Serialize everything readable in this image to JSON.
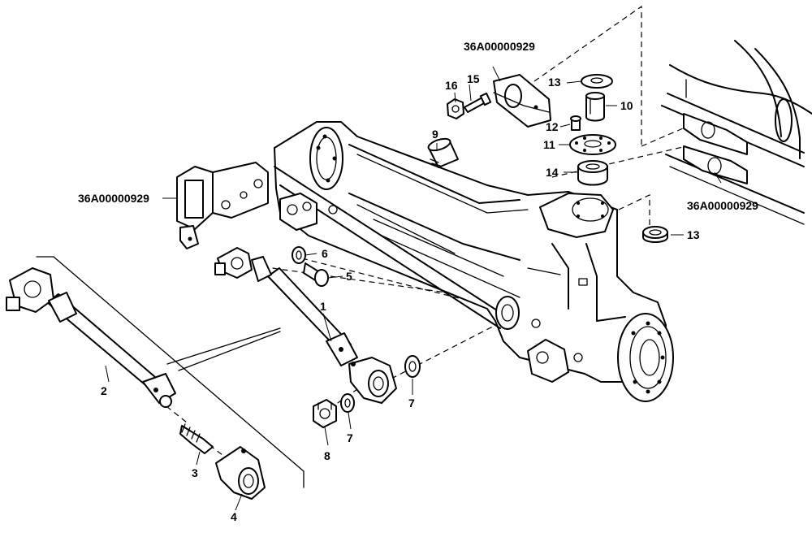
{
  "callouts": {
    "c1": "1",
    "c2": "2",
    "c3": "3",
    "c4": "4",
    "c5": "5",
    "c6": "6",
    "c7a": "7",
    "c7b": "7",
    "c8": "8",
    "c9": "9",
    "c10": "10",
    "c11": "11",
    "c12": "12",
    "c13a": "13",
    "c13b": "13",
    "c14": "14",
    "c15": "15",
    "c16": "16"
  },
  "refs": {
    "top": "36A00000929",
    "left": "36A00000929",
    "right": "36A00000929"
  }
}
